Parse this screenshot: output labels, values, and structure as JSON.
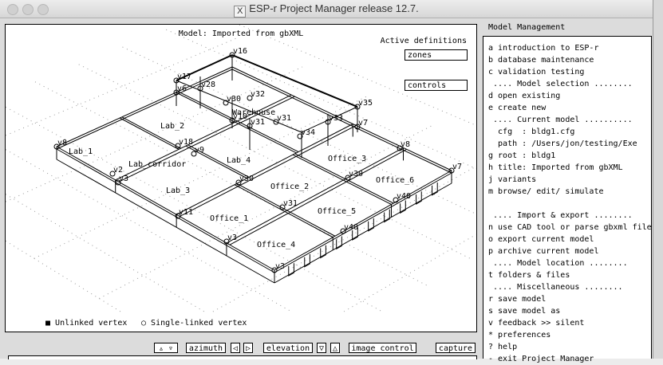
{
  "window": {
    "title": "ESP-r Project Manager release 12.7."
  },
  "graphics": {
    "model_title": "Model: Imported from gbXML",
    "active_definitions_label": "Active definitions",
    "definitions": [
      "zones",
      "controls"
    ],
    "zones": [
      "Lab_1",
      "Lab_2",
      "Lab_corridor",
      "Lab_3",
      "Lab_4",
      "Warehouse",
      "Office_1",
      "Office_2",
      "Office_3",
      "Office_4",
      "Office_5",
      "Office_6"
    ],
    "vertices": [
      "v16",
      "v17",
      "v28",
      "v6",
      "v30",
      "v32",
      "v10",
      "v31",
      "v8",
      "v2",
      "v3",
      "v18",
      "v9",
      "v31",
      "v34",
      "v33",
      "v35",
      "v7",
      "v30",
      "v8",
      "v30",
      "v7",
      "v40",
      "v31",
      "v40",
      "v11",
      "v3",
      "v3"
    ],
    "legend": {
      "unlinked": "Unlinked vertex",
      "single_linked": "Single-linked vertex"
    }
  },
  "toolbar": {
    "updown": "▵ ▿",
    "azimuth": "azimuth",
    "az_left": "◁",
    "az_right": "▷",
    "elevation": "elevation",
    "el_down": "▽",
    "el_up": "△",
    "image_control": "image control",
    "capture": "capture"
  },
  "menu": {
    "title": "Model Management",
    "items": [
      "a introduction to ESP-r",
      "b database maintenance",
      "c validation testing",
      " .... Model selection ........",
      "d open existing",
      "e create new",
      " .... Current model ..........",
      "  cfg  : bldg1.cfg",
      "  path : /Users/jon/testing/Exe",
      "g root : bldg1",
      "h title: Imported from gbXML",
      "j variants",
      "m browse/ edit/ simulate",
      "",
      " .... Import & export ........",
      "n use CAD tool or parse gbxml file",
      "o export current model",
      "p archive current model",
      " .... Model location ........",
      "t folders & files",
      " .... Miscellaneous ........",
      "r save model",
      "s save model as",
      "v feedback >> silent",
      "* preferences",
      "? help",
      "- exit Project Manager"
    ]
  }
}
